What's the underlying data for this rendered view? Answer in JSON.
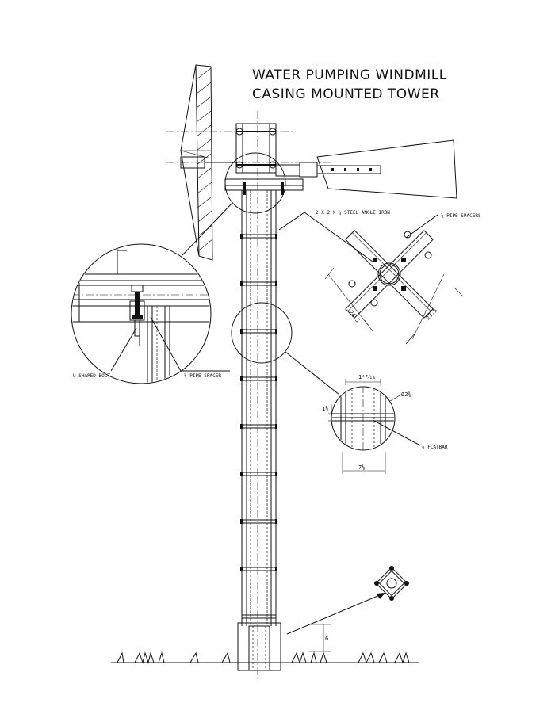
{
  "title": {
    "line1": "WATER PUMPING WINDMILL",
    "line2": "CASING MOUNTED TOWER"
  },
  "labels": {
    "angle_iron": "2 X 2 X ¼ STEEL ANGLE IRON",
    "pipe_spacers": "¼ PIPE SPACERS",
    "pipe_spacer": "¼ PIPE SPACER",
    "bolt_note": "U-SHAPED BOLT",
    "flatbar": "¼ FLATBAR"
  },
  "dimensions": {
    "d245": "24.5",
    "d235": "23.5",
    "top_width": "1¹³⁄₁₆",
    "diameter": "Ø2⅜",
    "thickness": "1⅛",
    "bottom_width": "7⅛",
    "depth": "6"
  }
}
